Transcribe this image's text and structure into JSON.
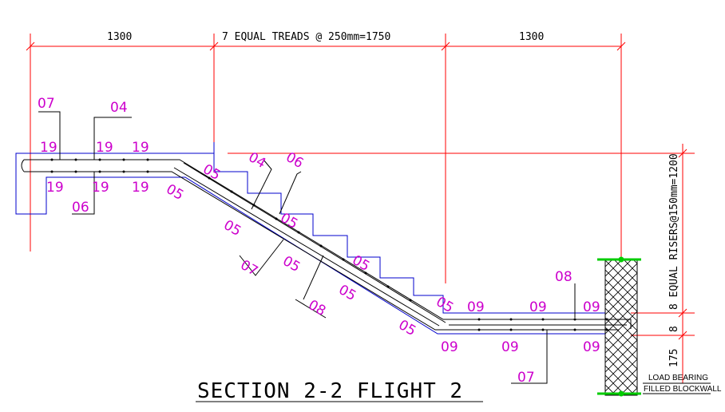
{
  "dimensions": {
    "landing_left": "1300",
    "treads": "7 EQUAL TREADS @ 250mm=1750",
    "landing_right": "1300",
    "risers": "8 EQUAL RISERS@150mm=1200",
    "slab_thickness": "175"
  },
  "bar_marks": {
    "m07_top_left": "07",
    "m04_top": "04",
    "m19_a": "19",
    "m19_b": "19",
    "m19_c": "19",
    "m19_d": "19",
    "m19_e": "19",
    "m19_f": "19",
    "m06_bottom_left": "06",
    "m05_a": "05",
    "m05_b": "05",
    "m04_flight": "04",
    "m06_flight": "06",
    "m05_c": "05",
    "m05_d": "05",
    "m07_flight": "07",
    "m05_e": "05",
    "m05_f": "05",
    "m05_g": "05",
    "m08_flight": "08",
    "m05_h": "05",
    "m05_i": "05",
    "m08_right": "08",
    "m09_a": "09",
    "m09_b": "09",
    "m09_c": "09",
    "m09_d": "09",
    "m09_e": "09",
    "m09_f": "09",
    "m07_bottom": "07"
  },
  "notes": {
    "wall_line1": "LOAD BEARING",
    "wall_line2": "FILLED BLOCKWALL"
  },
  "title": "SECTION 2-2 FLIGHT 2",
  "colors": {
    "dimension": "#ff0000",
    "outline": "#0000cc",
    "bar_label": "#cc00cc",
    "wall_marker": "#00cc00"
  }
}
